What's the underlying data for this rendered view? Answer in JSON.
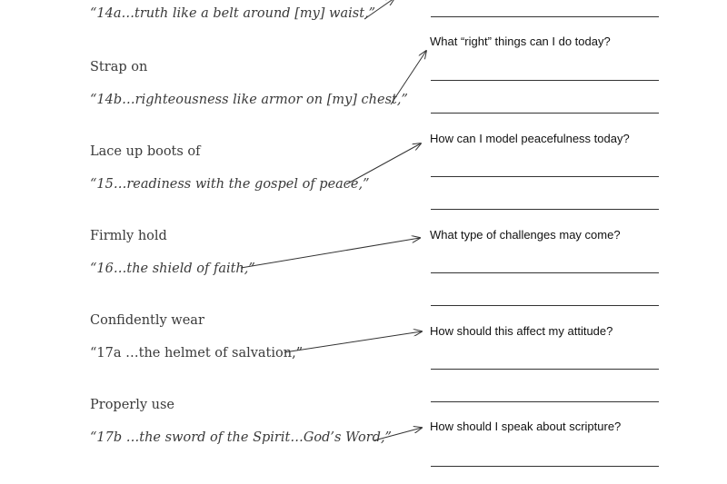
{
  "worksheet": {
    "sections": [
      {
        "verb": "",
        "verse": "“14a…truth like a belt around [my] waist,”",
        "italic": true,
        "question": ""
      },
      {
        "verb": "Strap on",
        "verse": "“14b…righteousness like armor on [my] chest,”",
        "italic": true,
        "question": "What “right” things can I do today?"
      },
      {
        "verb": "Lace up boots of",
        "verse": "“15…readiness with the gospel of peace,”",
        "italic": true,
        "question": "How can I model peacefulness today?"
      },
      {
        "verb": "Firmly hold",
        "verse": "“16…the shield of faith,”",
        "italic": true,
        "question": "What type of challenges may come?"
      },
      {
        "verb": "Confidently wear",
        "verse": "“17a …the helmet of salvation,”",
        "italic": false,
        "question": "How should this affect my attitude?"
      },
      {
        "verb": "Properly use",
        "verse": "“17b …the sword of the Spirit…God’s Word,”",
        "italic": true,
        "question": "How should I speak about scripture?"
      }
    ]
  },
  "colors": {
    "text": "#3a3a3a",
    "rule": "#333333"
  }
}
